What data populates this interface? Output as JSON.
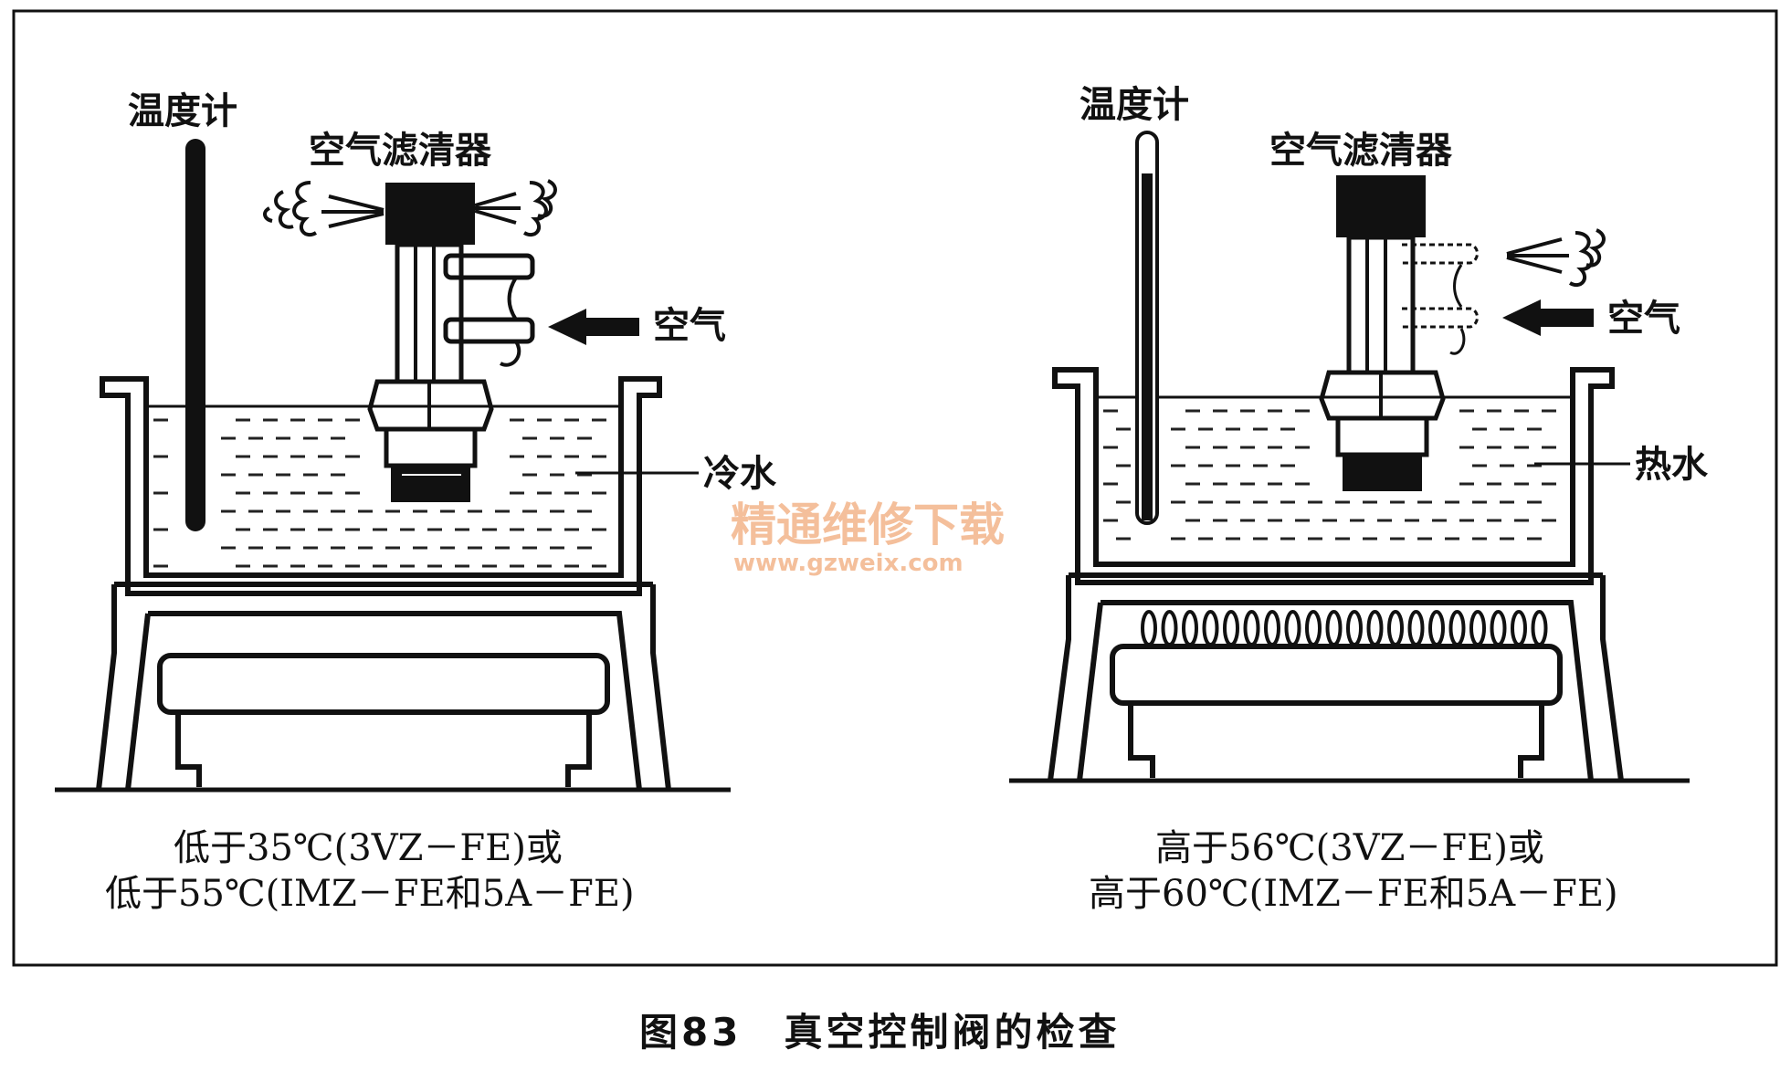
{
  "left": {
    "thermometer": "温度计",
    "air_filter": "空气滤清器",
    "air": "空气",
    "water": "冷水",
    "caption_line1": "低于35℃(3VZ－FE)或",
    "caption_line2": "低于55℃(IMZ－FE和5A－FE)"
  },
  "right": {
    "thermometer": "温度计",
    "air_filter": "空气滤清器",
    "air": "空气",
    "water": "热水",
    "caption_line1": "高于56℃(3VZ－FE)或",
    "caption_line2": "高于60℃(IMZ－FE和5A－FE)"
  },
  "figure_caption": "图83　真空控制阀的检查",
  "watermark": {
    "line1": "精通维修下载",
    "line2": "www.gzweix.com",
    "color": "#f2b48a"
  },
  "colors": {
    "ink": "#111111",
    "background": "#ffffff"
  }
}
